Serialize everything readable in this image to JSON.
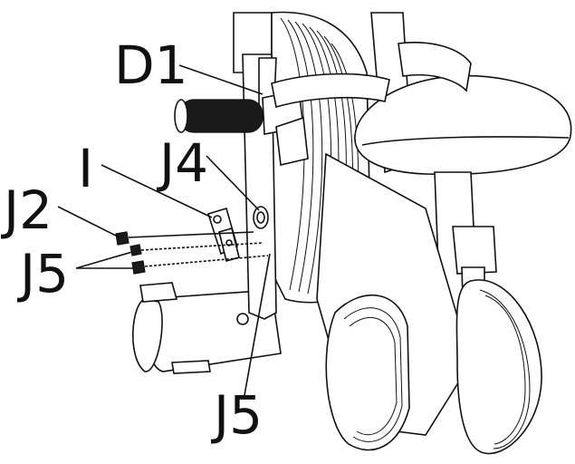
{
  "diagram": {
    "labels": {
      "d1": "D1",
      "i": "I",
      "j4": "J4",
      "j2": "J2",
      "j5_left": "J5",
      "j5_bottom": "J5"
    },
    "colors": {
      "ink": "#111111",
      "background": "#ffffff",
      "grip": "#1a1a1a"
    }
  }
}
